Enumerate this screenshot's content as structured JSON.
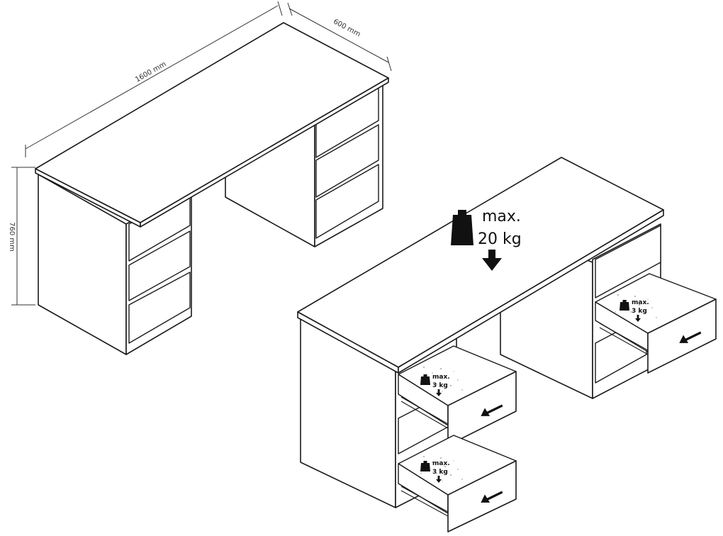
{
  "dimensions": {
    "width": "1600 mm",
    "depth": "600 mm",
    "height": "760 mm"
  },
  "loads": {
    "desktop": {
      "line1": "max.",
      "line2": "20 kg"
    },
    "drawer": {
      "line1": "max.",
      "line2": "3 kg"
    }
  },
  "colors": {
    "line": "#1a1a1a",
    "fill": "#ffffff"
  },
  "icons": [
    "weight-icon",
    "down-arrow-icon",
    "push-arrow-icon",
    "drawer-rail-icon"
  ]
}
